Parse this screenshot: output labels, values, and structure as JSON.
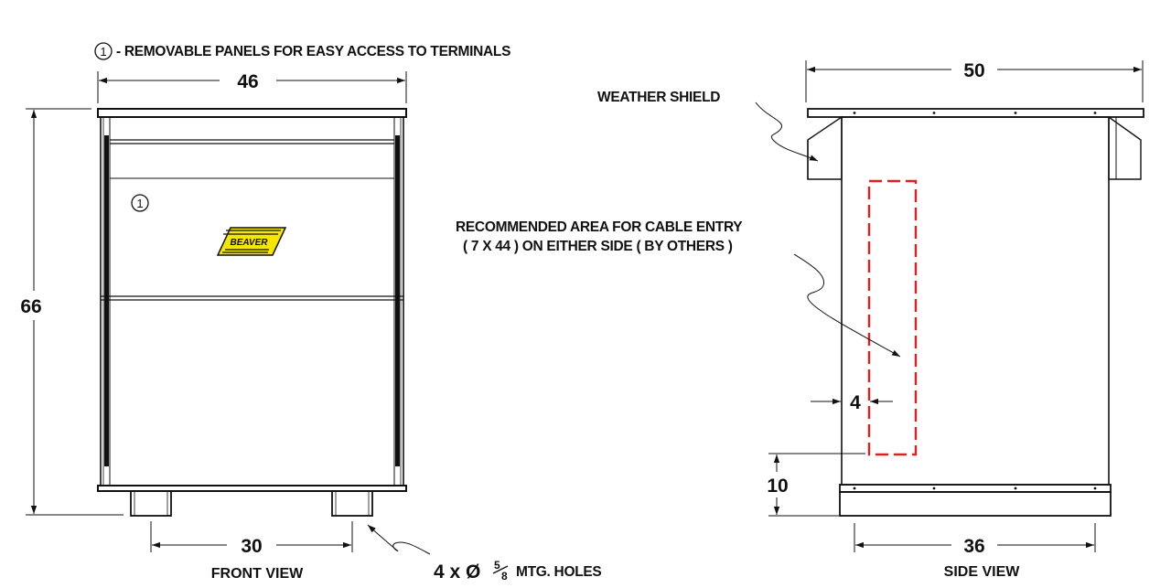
{
  "notes": {
    "marker": "1",
    "removable_panels": "- REMOVABLE PANELS FOR EASY ACCESS TO TERMINALS",
    "weather_shield": "WEATHER SHIELD",
    "cable_entry_line1": "RECOMMENDED AREA FOR CABLE ENTRY",
    "cable_entry_line2": "( 7 X 44 ) ON EITHER SIDE ( BY OTHERS )",
    "mtg_holes_prefix": "4 x Ø",
    "mtg_holes_frac_num": "5",
    "mtg_holes_frac_den": "8",
    "mtg_holes_suffix": "MTG. HOLES"
  },
  "logo": {
    "text": "BEAVER",
    "fill_color": "#f5e600",
    "stroke_color": "#111111"
  },
  "cable_zone_color": "#e02020",
  "dimensions": {
    "front_width": "46",
    "front_height": "66",
    "front_base": "30",
    "side_width": "50",
    "side_base": "36",
    "side_offset": "4",
    "side_elevation": "10"
  },
  "views": {
    "front": "FRONT VIEW",
    "side": "SIDE VIEW"
  },
  "panel_marker": "1"
}
